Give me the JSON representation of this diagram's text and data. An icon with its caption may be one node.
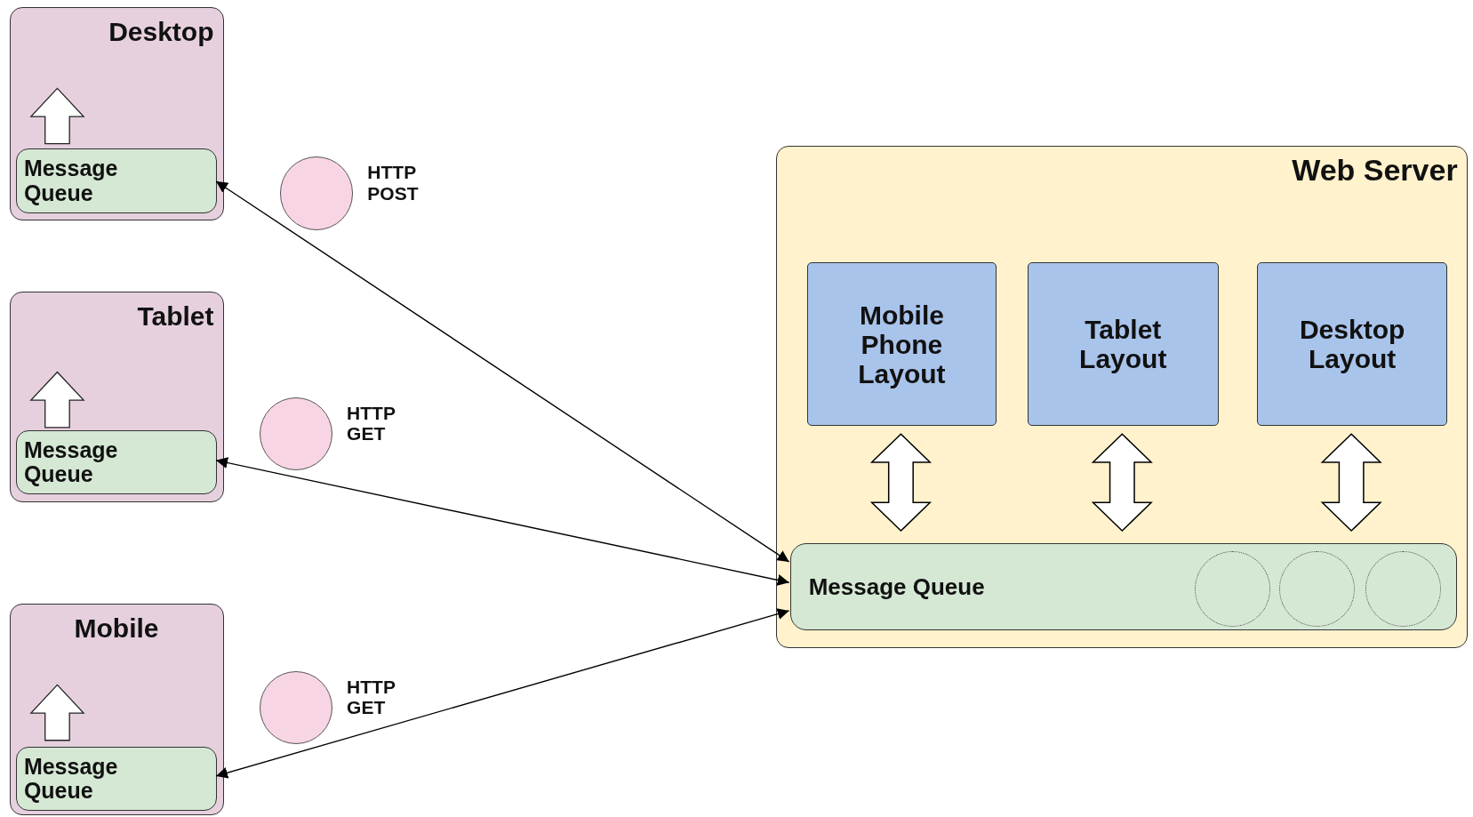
{
  "diagram": {
    "nodes": [
      {
        "text": [
          "Desktop"
        ]
      },
      {
        "text": [
          "Message Queue"
        ],
        "in": 0
      },
      {
        "text": [
          "Tablet"
        ]
      },
      {
        "text": [
          "Message Queue"
        ],
        "in": 2
      },
      {
        "text": [
          "Mobile"
        ]
      },
      {
        "text": [
          "Message Queue"
        ],
        "in": 4
      },
      {
        "text": [
          "Web Server"
        ]
      },
      {
        "text": [
          "Mobile Phone Layout"
        ],
        "in": 6
      },
      {
        "text": [
          "Tablet Layout"
        ],
        "in": 6
      },
      {
        "text": [
          "Desktop Layout"
        ],
        "in": 6
      },
      {
        "text": [
          "Message Queue"
        ],
        "in": 6
      },
      {
        "text": [],
        "shape": "circle",
        "beside": [
          "HTTP POST"
        ]
      },
      {
        "text": [],
        "shape": "circle",
        "beside": [
          "HTTP GET"
        ]
      },
      {
        "text": [],
        "shape": "circle",
        "beside": [
          "HTTP GET"
        ]
      },
      {
        "text": [],
        "shape": "circle",
        "in": 10
      },
      {
        "text": [],
        "shape": "circle",
        "in": 10
      },
      {
        "text": [],
        "shape": "circle",
        "in": 10
      }
    ],
    "edges": [
      {
        "from": 10,
        "to": 1,
        "arrow": "both"
      },
      {
        "from": 10,
        "to": 3,
        "arrow": "both"
      },
      {
        "from": 10,
        "to": 5,
        "arrow": "both"
      },
      {
        "from": 7,
        "to": 10,
        "arrow": "both",
        "style": "thick"
      },
      {
        "from": 8,
        "to": 10,
        "arrow": "both",
        "style": "thick"
      },
      {
        "from": 9,
        "to": 10,
        "arrow": "both",
        "style": "thick"
      }
    ]
  }
}
